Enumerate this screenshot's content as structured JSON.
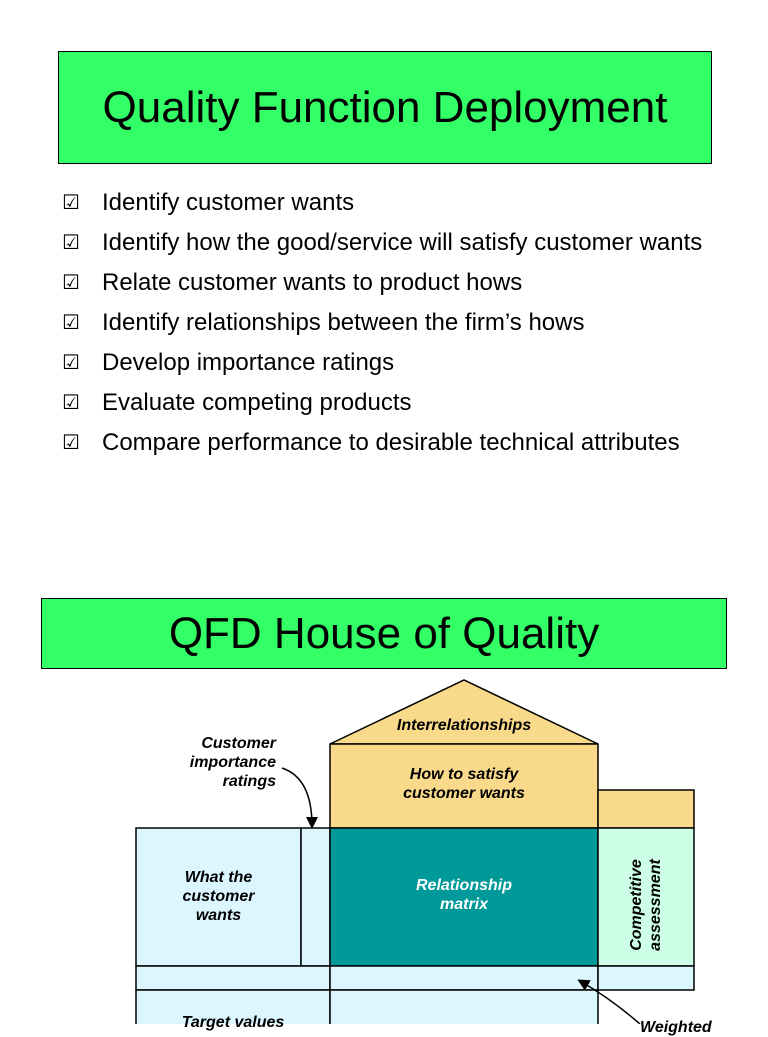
{
  "slide1": {
    "title": "Quality Function Deployment",
    "bullets": [
      "Identify customer wants",
      "Identify how the good/service will satisfy customer wants",
      "Relate customer wants to product hows",
      "Identify relationships between the firm’s hows",
      "Develop importance ratings",
      "Evaluate competing products",
      "Compare performance to desirable technical attributes"
    ],
    "checkbox_glyph": "☑"
  },
  "slide2": {
    "title": "QFD House of Quality",
    "labels": {
      "customer_importance": "Customer\nimportance\nratings",
      "interrelationships": "Interrelationships",
      "how_to_satisfy": "How to satisfy\ncustomer wants",
      "what_customer_wants": "What the\ncustomer\nwants",
      "relationship_matrix": "Relationship\nmatrix",
      "competitive_assessment": "Competitive\nassessment",
      "target_values": "Target values",
      "weighted": "Weighted"
    },
    "colors": {
      "title_bg": "#33ff66",
      "light_blue": "#dcf6ff",
      "tan": "#f9d98a",
      "teal": "#009999",
      "mint": "#ccffe6"
    }
  }
}
